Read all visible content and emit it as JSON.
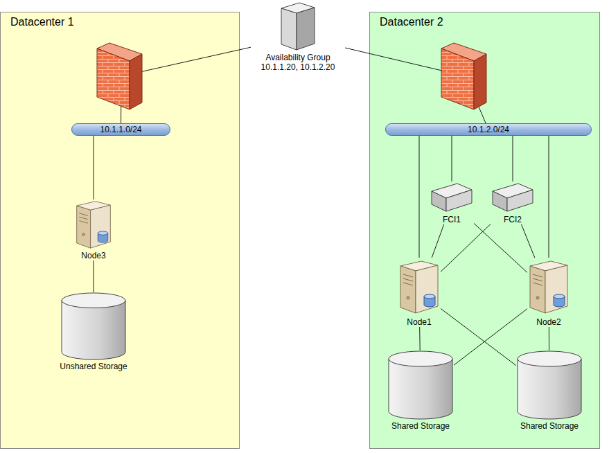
{
  "diagram": {
    "nodes": [
      {
        "text": [
          "Datacenter 1"
        ]
      },
      {
        "text": [
          "Datacenter 2"
        ]
      },
      {
        "text": [
          "Availability Group 10.1.1.20, 10.1.2.20"
        ]
      },
      {
        "text": [
          "10.1.1.0/24"
        ],
        "in": 0
      },
      {
        "text": [
          "Node3"
        ],
        "in": 0
      },
      {
        "text": [
          "Unshared Storage"
        ],
        "in": 0
      },
      {
        "text": [
          "10.1.2.0/24"
        ],
        "in": 1
      },
      {
        "text": [
          "FCI1"
        ],
        "in": 1
      },
      {
        "text": [
          "FCI2"
        ],
        "in": 1
      },
      {
        "text": [
          "Node1"
        ],
        "in": 1
      },
      {
        "text": [
          "Node2"
        ],
        "in": 1
      },
      {
        "text": [
          "Shared Storage"
        ],
        "in": 1
      },
      {
        "text": [
          "Shared Storage"
        ],
        "in": 1
      }
    ],
    "edges": [
      {
        "from": 2,
        "to": 3,
        "arrow": "none"
      },
      {
        "from": 2,
        "to": 6,
        "arrow": "none"
      },
      {
        "from": 3,
        "to": 4,
        "arrow": "none"
      },
      {
        "from": 4,
        "to": 5,
        "arrow": "none"
      },
      {
        "from": 6,
        "to": 7,
        "arrow": "none"
      },
      {
        "from": 6,
        "to": 8,
        "arrow": "none"
      },
      {
        "from": 6,
        "to": 9,
        "arrow": "none"
      },
      {
        "from": 6,
        "to": 10,
        "arrow": "none"
      },
      {
        "from": 7,
        "to": 9,
        "arrow": "none"
      },
      {
        "from": 7,
        "to": 10,
        "arrow": "none"
      },
      {
        "from": 8,
        "to": 9,
        "arrow": "none"
      },
      {
        "from": 8,
        "to": 10,
        "arrow": "none"
      },
      {
        "from": 9,
        "to": 11,
        "arrow": "none"
      },
      {
        "from": 9,
        "to": 12,
        "arrow": "none"
      },
      {
        "from": 10,
        "to": 11,
        "arrow": "none"
      },
      {
        "from": 10,
        "to": 12,
        "arrow": "none"
      }
    ]
  }
}
